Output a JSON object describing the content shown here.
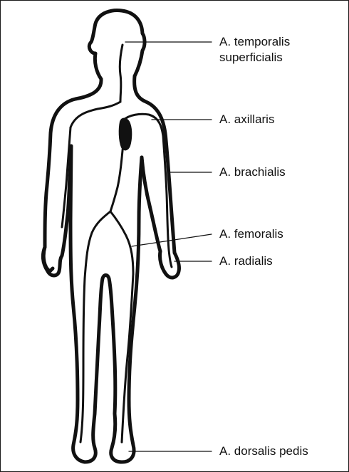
{
  "labels": {
    "temporalis_1": "A. temporalis",
    "temporalis_2": "superficialis",
    "axillaris": "A. axillaris",
    "brachialis": "A. brachialis",
    "femoralis": "A. femoralis",
    "radialis": "A. radialis",
    "dorsalis_pedis": "A. dorsalis pedis"
  },
  "colors": {
    "ink": "#111111",
    "border": "#1a1a1a",
    "background": "#ffffff"
  }
}
